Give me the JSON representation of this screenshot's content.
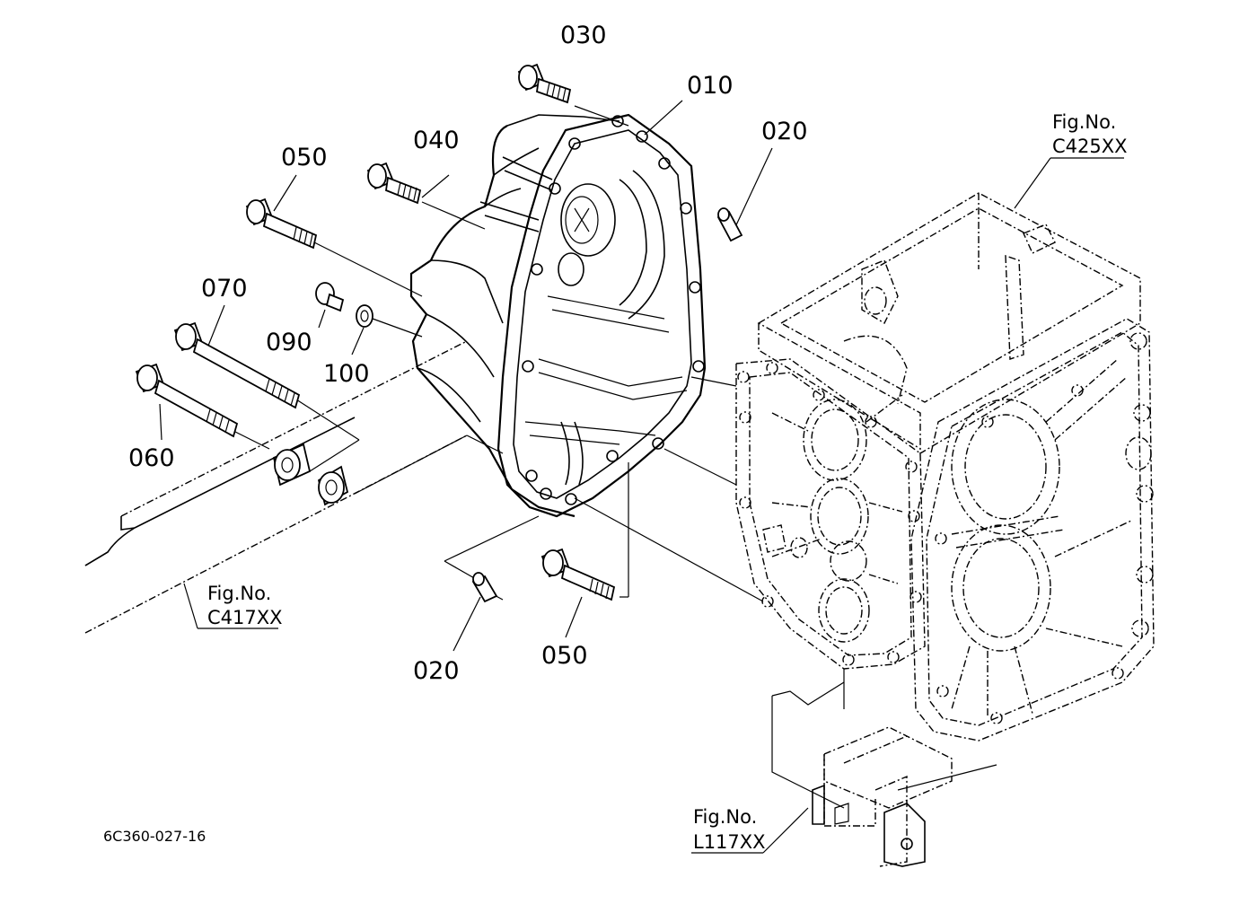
{
  "callouts": {
    "c010": "010",
    "c020_top": "020",
    "c020_bottom": "020",
    "c030": "030",
    "c040": "040",
    "c050_top": "050",
    "c050_bottom": "050",
    "c060": "060",
    "c070": "070",
    "c090": "090",
    "c100": "100"
  },
  "figure_refs": {
    "c425": {
      "prefix": "Fig.No.",
      "code": "C425XX"
    },
    "c417": {
      "prefix": "Fig.No.",
      "code": "C417XX"
    },
    "l117": {
      "prefix": "Fig.No.",
      "code": "L117XX"
    }
  },
  "document_id": "6C360-027-16"
}
